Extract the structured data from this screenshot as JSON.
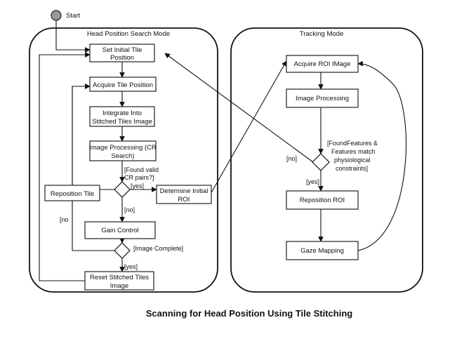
{
  "start": {
    "label": "Start"
  },
  "modes": {
    "search": "Head Position Search Mode",
    "tracking": "Tracking Mode"
  },
  "nodes": {
    "set_initial_tile": [
      "Set Initial Tile",
      "Position"
    ],
    "acquire_tile": [
      "Acquire Tile Position"
    ],
    "integrate": [
      "Integrate Into",
      "Stitched Tiles Image"
    ],
    "image_processing_cr": [
      "Image Processing (CR",
      "Search)"
    ],
    "reposition_tile": [
      "Reposition Tile"
    ],
    "determine_roi": [
      "Determine Initial",
      "ROI"
    ],
    "gain_control": [
      "Gain Control"
    ],
    "reset_stitched": [
      "Reset Stitched Tiles",
      "Image"
    ],
    "acquire_roi": [
      "Acquire ROI IMage"
    ],
    "image_processing": [
      "Image Processing"
    ],
    "reposition_roi": [
      "Reposition ROI"
    ],
    "gaze_mapping": [
      "Gaze Mapping"
    ]
  },
  "labels": {
    "found_cr": [
      "[Found valid",
      "CR pairs?]"
    ],
    "yes1": "[yes]",
    "no1": "[no]",
    "image_complete": "[Image Complete]",
    "no2": "[no",
    "yes2": "[yes]",
    "found_features": [
      "[FoundFeatures &",
      "Features match",
      "physiological",
      "constraints]"
    ],
    "no3": "[no]",
    "yes3": "[yes]"
  },
  "caption": "Scanning for Head Position Using Tile Stitching"
}
